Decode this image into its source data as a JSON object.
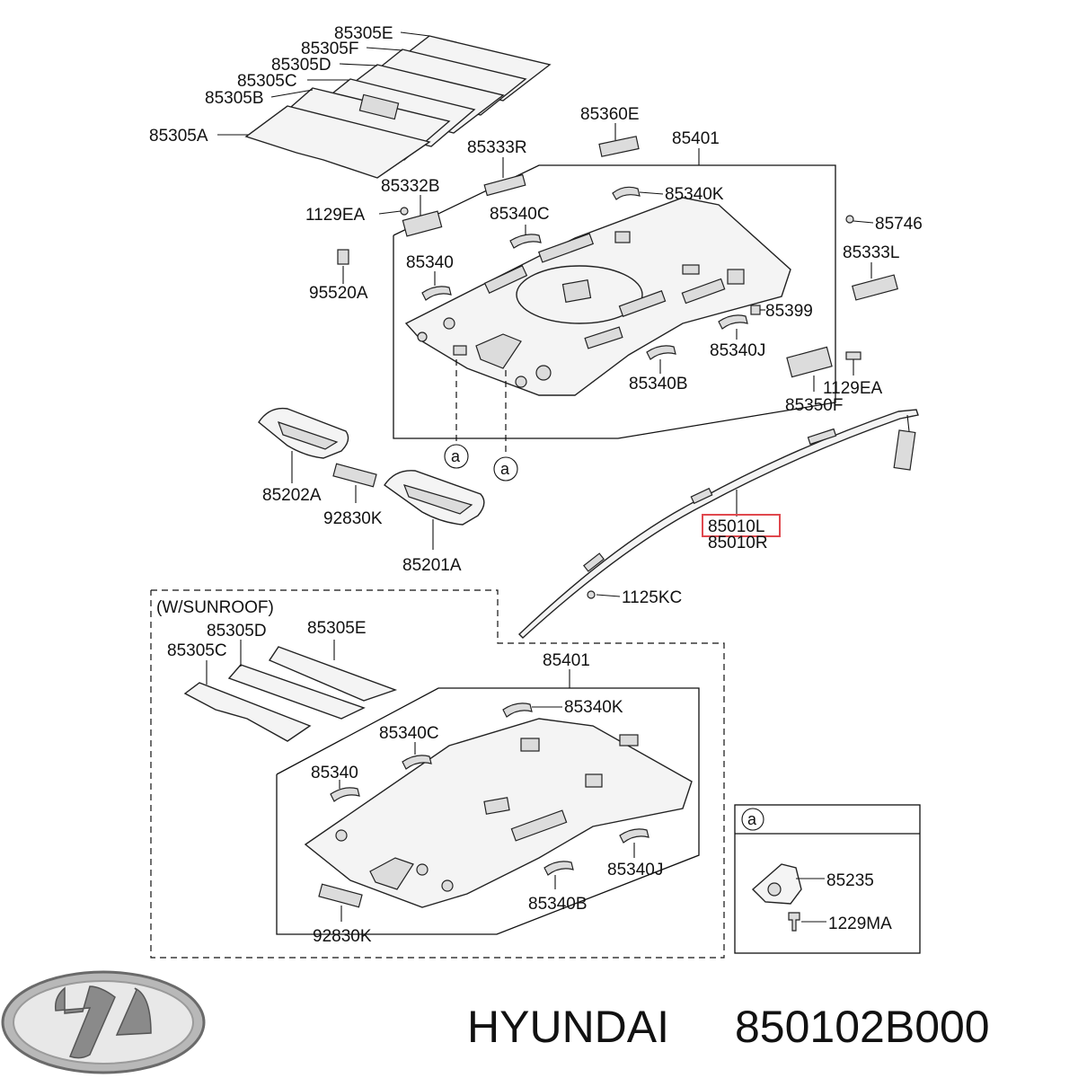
{
  "labels": {
    "p85305E": "85305E",
    "p85305F": "85305F",
    "p85305D": "85305D",
    "p85305C": "85305C",
    "p85305B": "85305B",
    "p85305A": "85305A",
    "p85360E": "85360E",
    "p85401": "85401",
    "p85333R": "85333R",
    "p85332B": "85332B",
    "p1129EA": "1129EA",
    "p85340K": "85340K",
    "p85340C": "85340C",
    "p85746": "85746",
    "p85333L": "85333L",
    "p85340": "85340",
    "p95520A": "95520A",
    "p85399": "85399",
    "p85340J": "85340J",
    "p85340B": "85340B",
    "p1129EA_2": "1129EA",
    "p85350F": "85350F",
    "ref_a": "a",
    "p85202A": "85202A",
    "p92830K": "92830K",
    "p85201A": "85201A",
    "p85010L": "85010L",
    "p85010R": "85010R",
    "p1125KC": "1125KC"
  },
  "sunroof": {
    "title": "(W/SUNROOF)",
    "p85305D": "85305D",
    "p85305E": "85305E",
    "p85305C": "85305C",
    "p85401": "85401",
    "p85340K": "85340K",
    "p85340C": "85340C",
    "p85340": "85340",
    "p85340J": "85340J",
    "p85340B": "85340B",
    "p92830K": "92830K"
  },
  "detail_a": {
    "ref": "a",
    "p85235": "85235",
    "p1229MA": "1229MA"
  },
  "brand": {
    "name": "HYUNDAI",
    "part_number": "850102B000",
    "logo_icon": "hyundai-logo-icon"
  },
  "colors": {
    "highlight": "#e0484e",
    "line": "#111111"
  }
}
